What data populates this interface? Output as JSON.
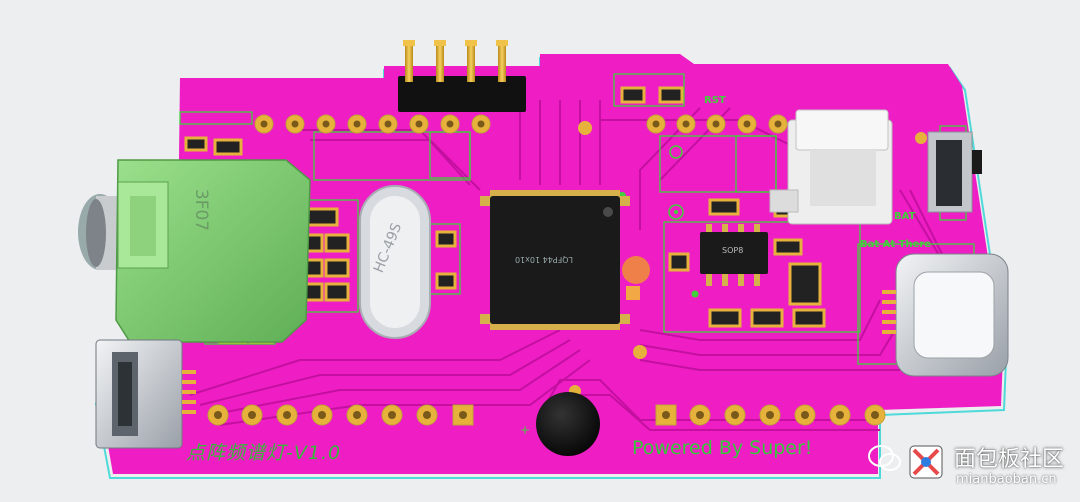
{
  "board": {
    "title": "点阵频谱灯-V1.0",
    "credit": "Powered By Super!",
    "colors": {
      "pcb": "#ee1ec4",
      "trace": "#c40fa0",
      "silkscreen": "#3fd13a",
      "pad": "#e6b23c",
      "jack": "#7fd070"
    }
  },
  "components": {
    "audio_jack": "3F07",
    "crystal": "HC-49S",
    "mcu": "LQFP44 10x10",
    "driver": "SOP8"
  },
  "labels": {
    "reset": "RST",
    "battery": "BAT",
    "battery_here": "Bat At There"
  },
  "watermark": {
    "text": "面包板社区",
    "url": "mianbaoban.cn"
  }
}
